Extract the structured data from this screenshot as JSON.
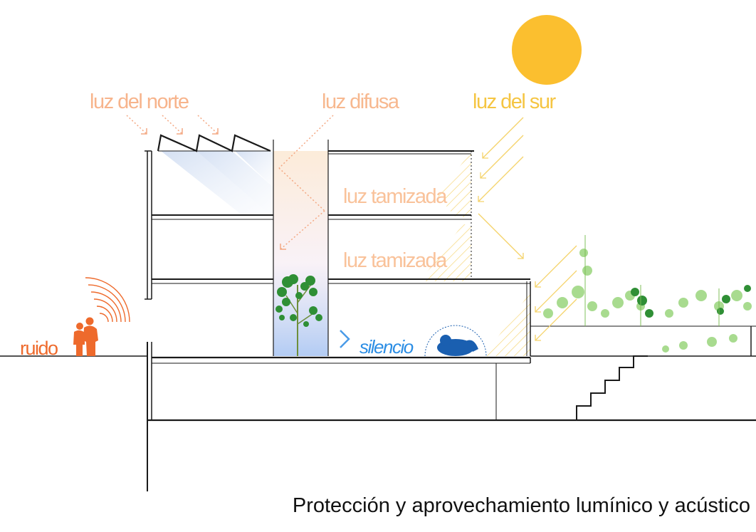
{
  "labels": {
    "north_light": "luz del norte",
    "diffuse_light": "luz difusa",
    "south_light": "luz del sur",
    "sifted_light_upper": "luz tamizada",
    "sifted_light_lower": "luz tamizada",
    "noise": "ruido",
    "silence": "silencio"
  },
  "caption": "Protección y aprovechamiento lumínico y acústico",
  "colors": {
    "north_light": "#f7b48c",
    "diffuse_light": "#f7b88f",
    "south_light": "#f5c542",
    "sun": "#fbbf2f",
    "noise": "#ee6a2c",
    "silence": "#2b8de4",
    "vegetation": "#5aa83c",
    "structure": "#1a1a1a"
  },
  "icons": {
    "sun": "sun-icon",
    "people": "people-icon",
    "sound_waves": "sound-waves-icon",
    "sleeping_figure": "sleeping-person-icon",
    "tree": "tree-icon"
  }
}
